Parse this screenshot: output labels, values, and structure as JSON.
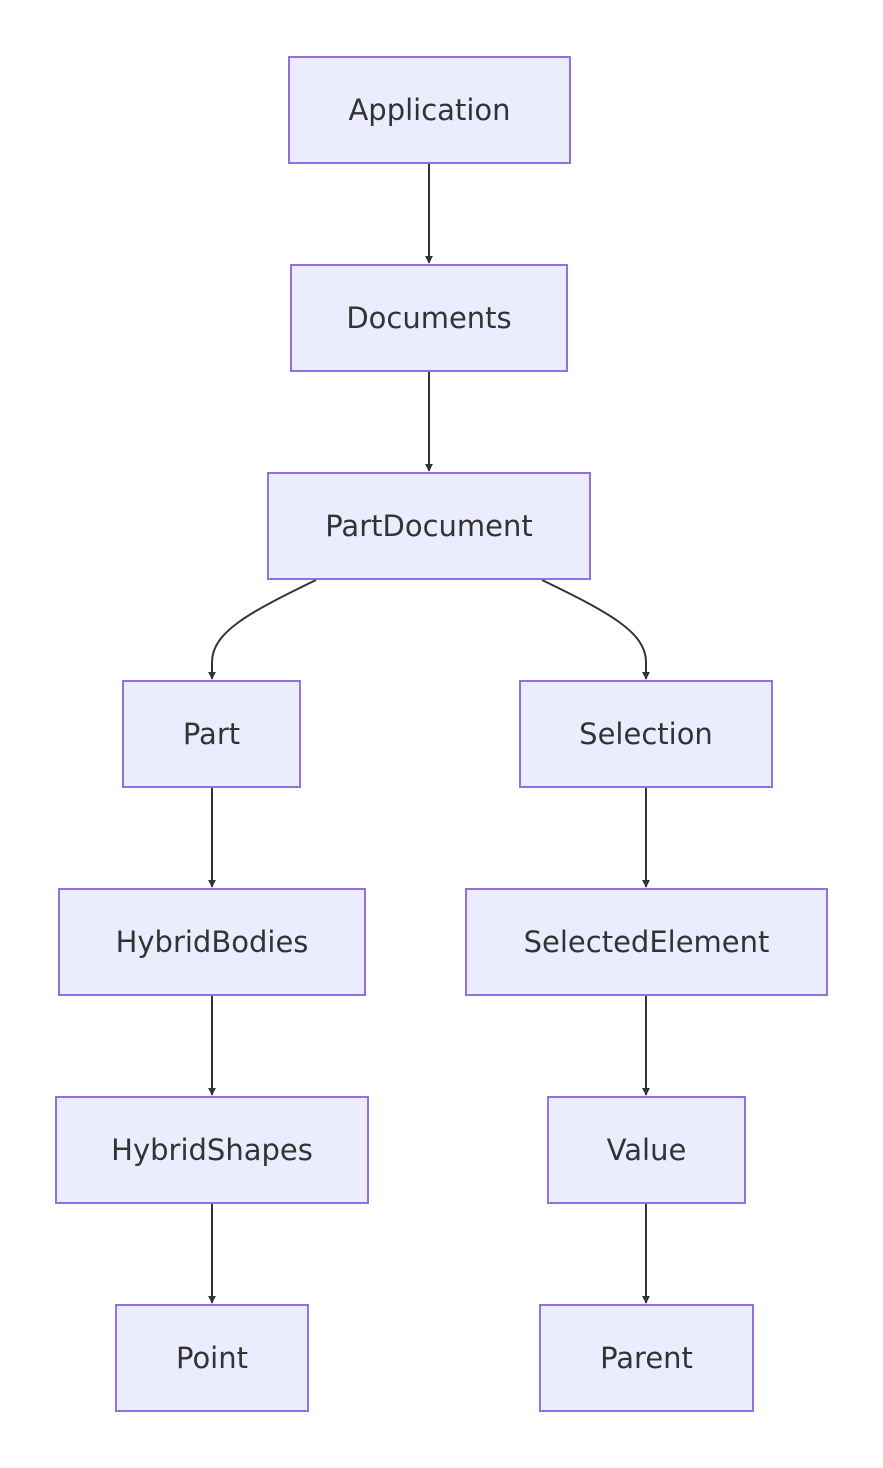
{
  "diagram": {
    "type": "flowchart",
    "direction": "top-down",
    "colors": {
      "node_fill": "#ececff",
      "node_border": "#9370db",
      "text": "#333333",
      "edge": "#333333"
    },
    "nodes": {
      "application": "Application",
      "documents": "Documents",
      "part_document": "PartDocument",
      "part": "Part",
      "selection": "Selection",
      "hybrid_bodies": "HybridBodies",
      "selected_element": "SelectedElement",
      "hybrid_shapes": "HybridShapes",
      "value": "Value",
      "point": "Point",
      "parent": "Parent"
    },
    "edges": [
      {
        "from": "application",
        "to": "documents"
      },
      {
        "from": "documents",
        "to": "part_document"
      },
      {
        "from": "part_document",
        "to": "part"
      },
      {
        "from": "part_document",
        "to": "selection"
      },
      {
        "from": "part",
        "to": "hybrid_bodies"
      },
      {
        "from": "hybrid_bodies",
        "to": "hybrid_shapes"
      },
      {
        "from": "hybrid_shapes",
        "to": "point"
      },
      {
        "from": "selection",
        "to": "selected_element"
      },
      {
        "from": "selected_element",
        "to": "value"
      },
      {
        "from": "value",
        "to": "parent"
      }
    ]
  }
}
